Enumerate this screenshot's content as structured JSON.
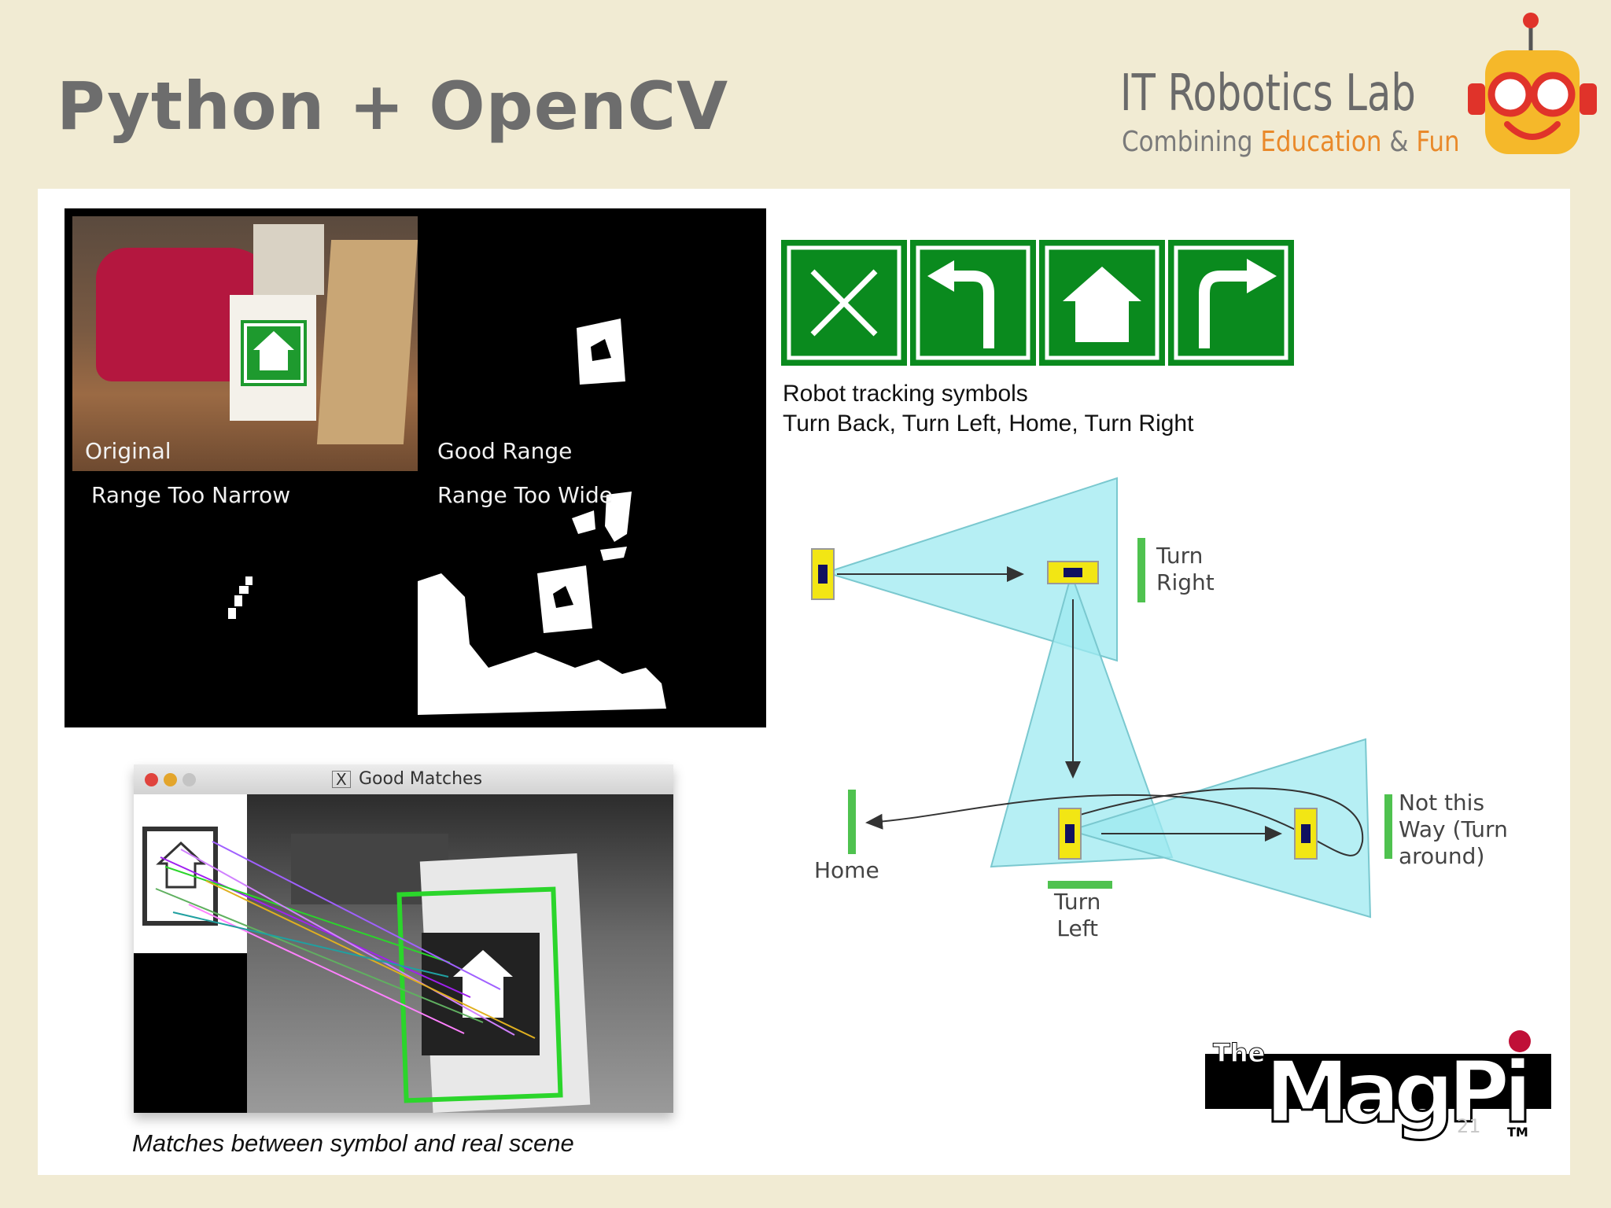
{
  "slide": {
    "title": "Python + OpenCV",
    "page_number": "21"
  },
  "brand": {
    "name": "IT Robotics Lab",
    "tagline_1": "Combining",
    "tagline_2": "Education",
    "tagline_3": "&",
    "tagline_4": "Fun"
  },
  "opencv": {
    "labels": {
      "original": "Original",
      "good_range": "Good Range",
      "range_too_narrow": "Range Too Narrow",
      "range_too_wide": "Range Too Wide"
    }
  },
  "symbols": {
    "caption_line1": "Robot tracking symbols",
    "caption_line2": "Turn Back, Turn Left, Home, Turn Right",
    "items": [
      "turn-back",
      "turn-left",
      "home",
      "turn-right"
    ],
    "color": "#0a8a1e"
  },
  "matches": {
    "window_title": "Good Matches",
    "caption": "Matches between symbol and real scene",
    "title_icon": "x11-icon"
  },
  "diagram": {
    "turn_right": [
      "Turn",
      "Right"
    ],
    "turn_left": [
      "Turn",
      "Left"
    ],
    "home": "Home",
    "not_this_way": [
      "Not this",
      "Way (Turn",
      "around)"
    ],
    "cone_color": "#9ee9f0",
    "marker_color": "#4fc24f"
  },
  "magpi": {
    "logo_text": "The MagPi",
    "trademark": "TM"
  },
  "colors": {
    "background": "#f1ebd3",
    "accent_orange": "#e9892a",
    "title_gray": "#6d6d6d"
  }
}
